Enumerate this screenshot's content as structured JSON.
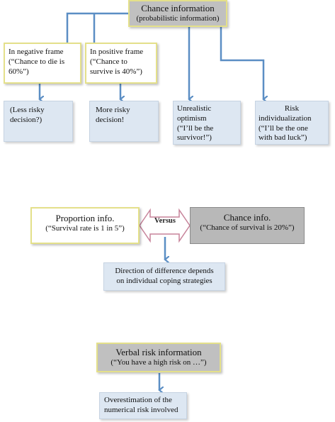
{
  "top": {
    "chance_title": "Chance information",
    "chance_sub": "(probabilistic information)",
    "negative_frame": {
      "line1": "In negative frame",
      "line2": "(“Chance to die is",
      "line3": "60%”)"
    },
    "positive_frame": {
      "line1": "In positive frame",
      "line2": "(“Chance to",
      "line3": "survive is 40%”)"
    },
    "less_risky": {
      "line1": "(Less risky",
      "line2": "decision?)"
    },
    "more_risky": {
      "line1": "More risky",
      "line2": "decision!"
    },
    "unrealistic": {
      "line1": "Unrealistic",
      "line2": "optimism",
      "line3": "(“I’ll be the",
      "line4": "survivor!”)"
    },
    "risk_indiv": {
      "line1": "Risk",
      "line2": "individualization",
      "line3": "(“I’ll be the one",
      "line4": "with bad luck”)"
    }
  },
  "middle": {
    "proportion_title": "Proportion info.",
    "proportion_sub": "(“Survival rate is 1 in 5”)",
    "versus": "Versus",
    "chance_title": "Chance info.",
    "chance_sub": "(“Chance of survival is 20%”)",
    "direction": {
      "line1": "Direction of difference depends",
      "line2": "on individual coping strategies"
    }
  },
  "bottom": {
    "verbal_title": "Verbal risk information",
    "verbal_sub": "(“You have a high risk on …”)",
    "overestimation": {
      "line1": "Overestimation of the",
      "line2": "numerical risk involved"
    }
  },
  "colors": {
    "connector": "#5b8ec4",
    "grey_box": "#b8b8b8",
    "blue_box": "#dde7f2",
    "yellow_border": "#e4e08a"
  }
}
